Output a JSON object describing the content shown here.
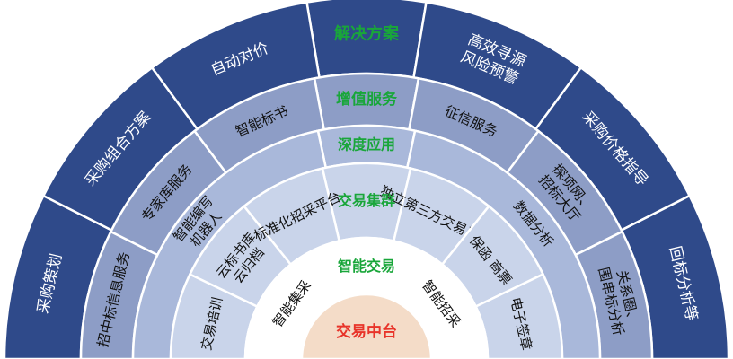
{
  "core": {
    "label": "交易中台",
    "color": "#f4dcc8",
    "text_color": "#e8342a"
  },
  "rings": [
    {
      "id": "smart-trade",
      "color": "#ffffff",
      "title": "智能交易",
      "title_color": "#19a63a",
      "segments": [
        {
          "lines": [
            "智能集采"
          ]
        },
        {
          "lines": [
            "智能招采"
          ]
        }
      ]
    },
    {
      "id": "trade-cluster",
      "color": "#c9d4ea",
      "title": "交易集群",
      "title_color": "#19a63a",
      "segments": [
        {
          "lines": [
            "交易培训"
          ]
        },
        {
          "lines": [
            "云标书库",
            "云归档"
          ]
        },
        {
          "lines": [
            "标准化招采平台"
          ]
        },
        {
          "lines": [
            "独立第三方交易系统"
          ]
        },
        {
          "lines": [
            "保函 商票"
          ]
        },
        {
          "lines": [
            "电子签章"
          ]
        }
      ]
    },
    {
      "id": "deep-application",
      "color": "#a9b8da",
      "title": "深度应用",
      "title_color": "#19a63a",
      "segments": [
        {
          "lines": [
            "智能编写",
            "机器人"
          ]
        },
        {
          "lines": [
            "数据分析"
          ]
        }
      ]
    },
    {
      "id": "value-added",
      "color": "#8d9dc6",
      "title": "增值服务",
      "title_color": "#19a63a",
      "segments": [
        {
          "lines": [
            "招中标信息服务"
          ]
        },
        {
          "lines": [
            "专家库服务"
          ]
        },
        {
          "lines": [
            "智能标书"
          ]
        },
        {
          "lines": [
            "征信服务"
          ]
        },
        {
          "lines": [
            "探项网、",
            "招标大厅"
          ]
        },
        {
          "lines": [
            "关系圈、",
            "围串标分析"
          ]
        }
      ]
    },
    {
      "id": "solutions",
      "color": "#2f4a8a",
      "title": "解决方案",
      "title_color": "#19a63a",
      "segments": [
        {
          "lines": [
            "采购策划"
          ]
        },
        {
          "lines": [
            "采购组合方案"
          ]
        },
        {
          "lines": [
            "自动对价"
          ]
        },
        {
          "lines": [
            "高效寻源",
            "风险预警"
          ]
        },
        {
          "lines": [
            "采购价格指导"
          ]
        },
        {
          "lines": [
            "回标分析等"
          ]
        }
      ]
    }
  ]
}
